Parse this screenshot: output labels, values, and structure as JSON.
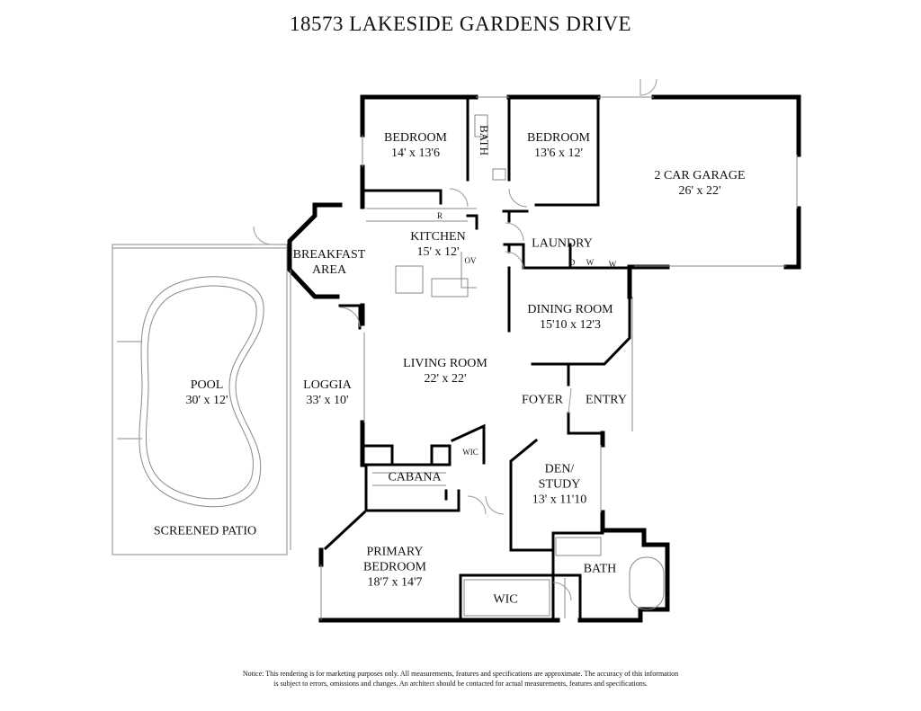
{
  "title": "18573 LAKESIDE GARDENS DRIVE",
  "rooms": {
    "bedroom1": {
      "name": "BEDROOM",
      "dims": "14' x 13'6"
    },
    "bath_top": {
      "name": "BATH"
    },
    "bedroom2": {
      "name": "BEDROOM",
      "dims": "13'6 x 12'"
    },
    "garage": {
      "name": "2 CAR GARAGE",
      "dims": "26' x 22'"
    },
    "kitchen": {
      "name": "KITCHEN",
      "dims": "15' x 12'"
    },
    "breakfast": {
      "line1": "BREAKFAST",
      "line2": "AREA"
    },
    "laundry": {
      "name": "LAUNDRY"
    },
    "dining": {
      "name": "DINING ROOM",
      "dims": "15'10 x 12'3"
    },
    "living": {
      "name": "LIVING ROOM",
      "dims": "22' x 22'"
    },
    "loggia": {
      "name": "LOGGIA",
      "dims": "33' x 10'"
    },
    "pool": {
      "name": "POOL",
      "dims": "30' x 12'"
    },
    "foyer": {
      "name": "FOYER"
    },
    "entry": {
      "name": "ENTRY"
    },
    "cabana": {
      "name": "CABANA"
    },
    "den": {
      "line1": "DEN/",
      "line2": "STUDY",
      "dims": "13' x 11'10"
    },
    "screened_patio": {
      "name": "SCREENED PATIO"
    },
    "primary": {
      "line1": "PRIMARY",
      "line2": "BEDROOM",
      "dims": "18'7 x 14'7"
    },
    "bath_primary": {
      "name": "BATH"
    },
    "wic_primary": {
      "name": "WIC"
    },
    "wic_cabana": {
      "name": "WIC"
    }
  },
  "fixtures": {
    "fridge": "R",
    "oven": "OV",
    "dryer": "D",
    "washer": "W",
    "washer2": "W"
  },
  "notice": {
    "line1": "Notice: This rendering is for marketing purposes only. All measurements, features and specifications are approximate. The accuracy of this information",
    "line2": "is subject to errors, omissions and changes. An architect should be contacted for actual measurements, features and specifications."
  }
}
